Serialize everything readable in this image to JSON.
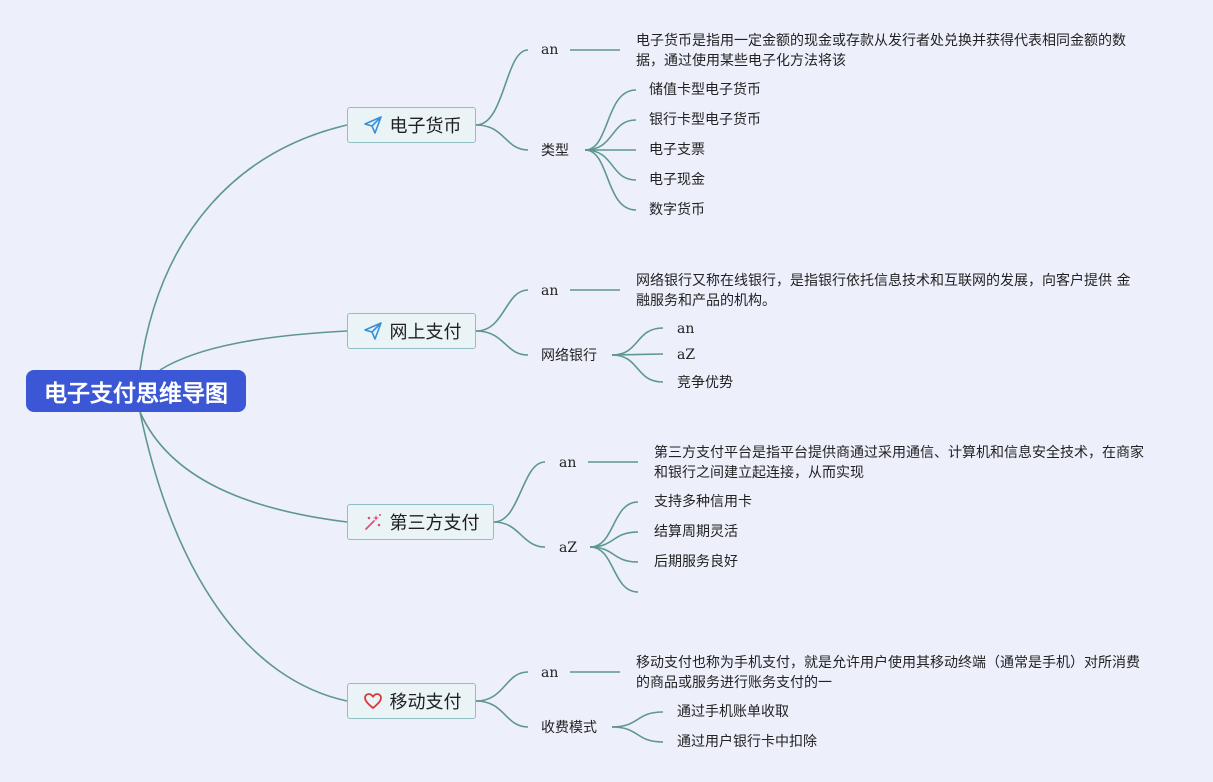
{
  "root": {
    "title": "电子支付思维导图"
  },
  "branches": [
    {
      "title": "电子货币",
      "icon": "paper-plane-icon",
      "topics": [
        {
          "label": "an",
          "description": "电子货币是指用一定金额的现金或存款从发行者处兑换并获得代表相同金额的数据，通过使用某些电子化方法将该"
        },
        {
          "label": "类型",
          "items": [
            "储值卡型电子货币",
            "银行卡型电子货币",
            "电子支票",
            "电子现金",
            "数字货币"
          ]
        }
      ]
    },
    {
      "title": "网上支付",
      "icon": "paper-plane-icon",
      "topics": [
        {
          "label": "an",
          "description": "网络银行又称在线银行，是指银行依托信息技术和互联网的发展，向客户提供 金融服务和产品的机构。"
        },
        {
          "label": "网络银行",
          "items": [
            "an",
            "aZ",
            "竞争优势"
          ]
        }
      ]
    },
    {
      "title": "第三方支付",
      "icon": "sparkle-wand-icon",
      "topics": [
        {
          "label": "an",
          "description": "第三方支付平台是指平台提供商通过采用通信、计算机和信息安全技术，在商家和银行之间建立起连接，从而实现"
        },
        {
          "label": "aZ",
          "items": [
            "支持多种信用卡",
            "结算周期灵活",
            "后期服务良好",
            ""
          ]
        }
      ]
    },
    {
      "title": "移动支付",
      "icon": "heart-icon",
      "topics": [
        {
          "label": "an",
          "description": "移动支付也称为手机支付，就是允许用户使用其移动终端（通常是手机）对所消费的商品或服务进行账务支付的一"
        },
        {
          "label": "收费模式",
          "items": [
            "通过手机账单收取",
            "通过用户银行卡中扣除"
          ]
        }
      ]
    }
  ],
  "colors": {
    "root_bg": "#3b57d6",
    "branch_bg": "#eaf3f6",
    "branch_border": "#8fbfc3",
    "connector": "#5e9690",
    "paper_plane": "#3a8fd8",
    "sparkle": "#e0507a",
    "heart": "#d93b3b"
  }
}
